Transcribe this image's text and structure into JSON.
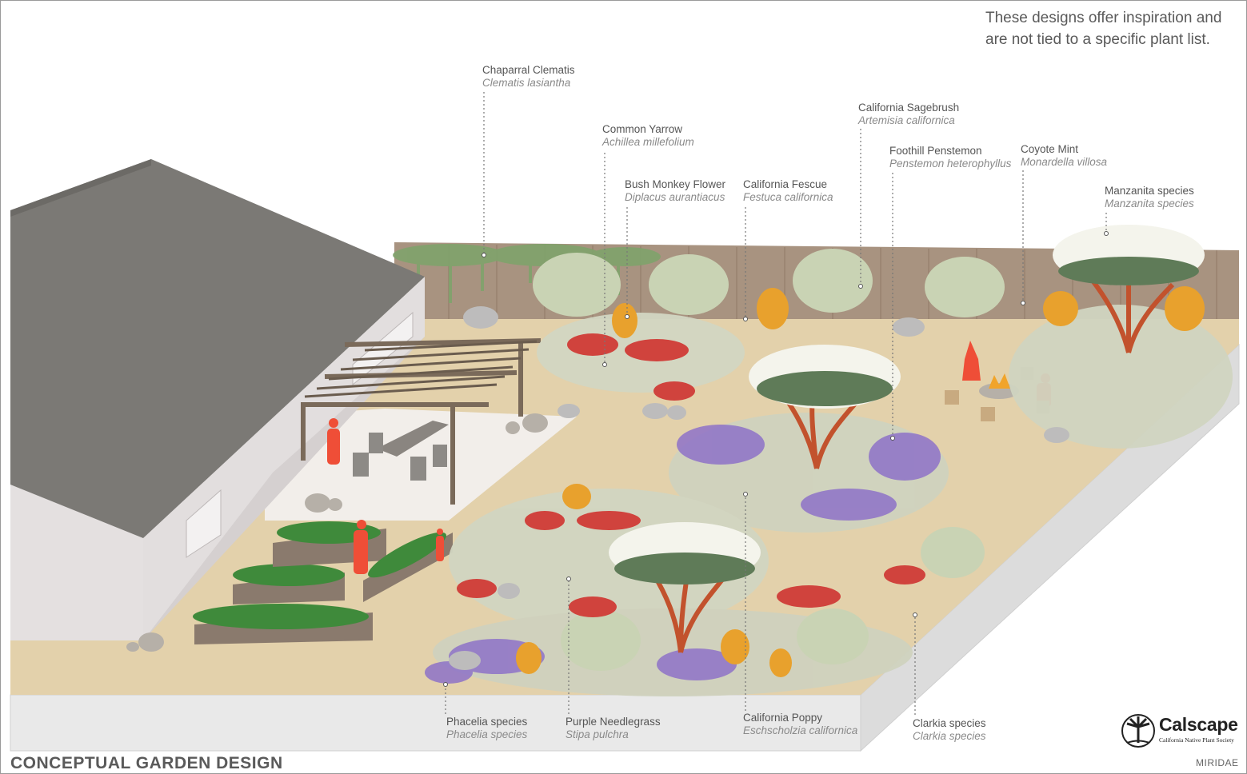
{
  "note": {
    "line1": "These designs offer inspiration and",
    "line2": "are not tied to a specific plant list."
  },
  "title": "CONCEPTUAL GARDEN DESIGN",
  "credit": "MIRIDAE",
  "brand": {
    "name": "Calscape",
    "tagline": "California Native Plant Society",
    "logo_icon": "palm-tree-seal-icon"
  },
  "labels": [
    {
      "id": "chaparral-clematis",
      "common": "Chaparral Clematis",
      "scientific": "Clematis lasiantha"
    },
    {
      "id": "common-yarrow",
      "common": "Common Yarrow",
      "scientific": "Achillea millefolium"
    },
    {
      "id": "bush-monkey-flower",
      "common": "Bush Monkey Flower",
      "scientific": "Diplacus aurantiacus"
    },
    {
      "id": "california-fescue",
      "common": "California Fescue",
      "scientific": "Festuca californica"
    },
    {
      "id": "california-sagebrush",
      "common": "California Sagebrush",
      "scientific": "Artemisia californica"
    },
    {
      "id": "foothill-penstemon",
      "common": "Foothill Penstemon",
      "scientific": "Penstemon heterophyllus"
    },
    {
      "id": "coyote-mint",
      "common": "Coyote Mint",
      "scientific": "Monardella villosa"
    },
    {
      "id": "manzanita-species",
      "common": "Manzanita species",
      "scientific": "Manzanita species"
    },
    {
      "id": "phacelia-species",
      "common": "Phacelia species",
      "scientific": "Phacelia species"
    },
    {
      "id": "purple-needlegrass",
      "common": "Purple Needlegrass",
      "scientific": "Stipa pulchra"
    },
    {
      "id": "california-poppy",
      "common": "California Poppy",
      "scientific": "Eschscholzia californica"
    },
    {
      "id": "clarkia-species",
      "common": "Clarkia species",
      "scientific": "Clarkia species"
    }
  ],
  "colors": {
    "ground": "#e3d1ab",
    "fence": "#a89380",
    "house_wall": "#e4e0e0",
    "roof": "#7b7975",
    "path": "#f2eeea",
    "bark": "#c2522d",
    "canopy": "#f4f4ec",
    "sage": "#c9d3b4",
    "lavender": "#8e72c8",
    "red_flower": "#d0433d",
    "orange_flower": "#e8a12d",
    "people": "#ef4e37"
  }
}
